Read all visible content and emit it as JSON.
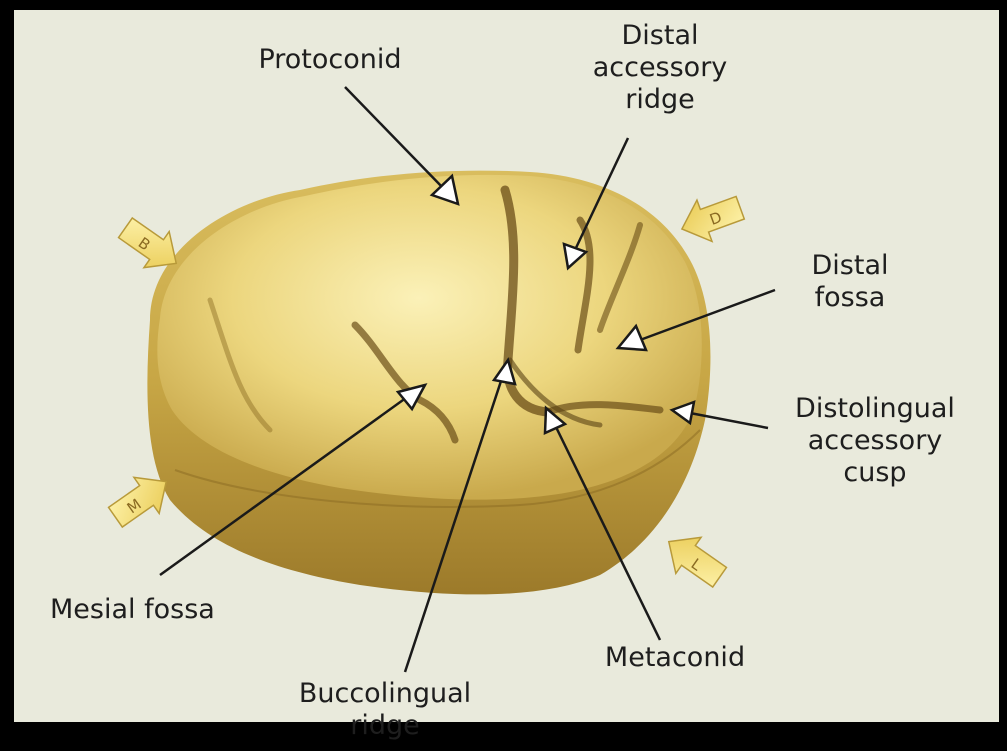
{
  "labels": {
    "protoconid": "Protoconid",
    "distal_accessory_ridge": "Distal\naccessory\nridge",
    "distal_fossa": "Distal\nfossa",
    "distolingual_accessory_cusp": "Distolingual\naccessory\ncusp",
    "mesial_fossa": "Mesial fossa",
    "buccolingual_ridge": "Buccolingual\nridge",
    "metaconid": "Metaconid"
  },
  "orientation_markers": {
    "buccal": "B",
    "distal": "D",
    "mesial": "M",
    "lingual": "L"
  },
  "colors": {
    "background": "#e9eadc",
    "frame": "#000000",
    "tooth_light": "#f5e9a8",
    "tooth_mid": "#dcc46a",
    "tooth_dark": "#8a6a22",
    "groove": "#5a4214",
    "arrow_fill": "#f4e27a",
    "leader": "#1a1a1a"
  }
}
